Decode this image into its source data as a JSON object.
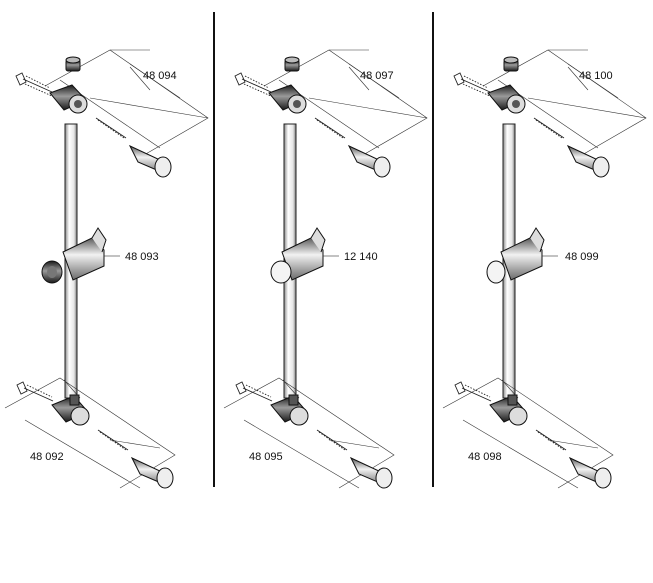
{
  "panels": [
    {
      "top_label": "48 094",
      "mid_label": "48 093",
      "bottom_label": "48 092",
      "slider_dark": true
    },
    {
      "top_label": "48 097",
      "mid_label": "12 140",
      "bottom_label": "48 095",
      "slider_dark": false
    },
    {
      "top_label": "48 100",
      "mid_label": "48 099",
      "bottom_label": "48 098",
      "slider_dark": false
    }
  ],
  "colors": {
    "ink": "#222222",
    "shade": "#555555",
    "dark": "#111111",
    "background": "#ffffff"
  }
}
